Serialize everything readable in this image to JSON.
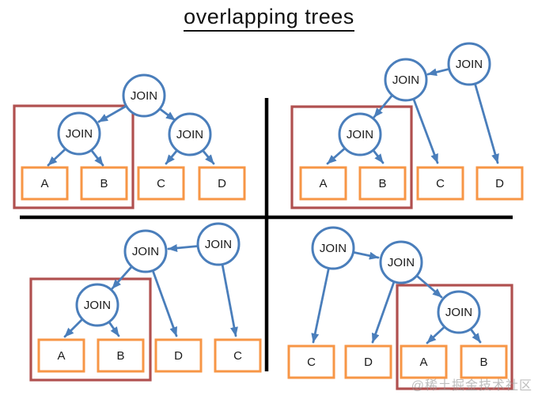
{
  "title": "overlapping trees",
  "watermark": "@稀土掘金技术社区",
  "colors": {
    "edge": "#4A7EBB",
    "node": "#4A7EBB",
    "leaf": "#F79646",
    "group": "#B0504F",
    "divider": "#000000"
  },
  "quadrants": [
    {
      "position": "top-left",
      "joins": [
        "JOIN",
        "JOIN",
        "JOIN"
      ],
      "leaves": [
        "A",
        "B",
        "C",
        "D"
      ],
      "overlap_group": [
        "JOIN",
        "A",
        "B"
      ]
    },
    {
      "position": "top-right",
      "joins": [
        "JOIN",
        "JOIN",
        "JOIN"
      ],
      "leaves": [
        "A",
        "B",
        "C",
        "D"
      ],
      "overlap_group": [
        "JOIN",
        "A",
        "B"
      ]
    },
    {
      "position": "bottom-left",
      "joins": [
        "JOIN",
        "JOIN",
        "JOIN"
      ],
      "leaves": [
        "A",
        "B",
        "D",
        "C"
      ],
      "overlap_group": [
        "JOIN",
        "A",
        "B"
      ]
    },
    {
      "position": "bottom-right",
      "joins": [
        "JOIN",
        "JOIN",
        "JOIN"
      ],
      "leaves": [
        "C",
        "D",
        "A",
        "B"
      ],
      "overlap_group": [
        "JOIN",
        "A",
        "B"
      ]
    }
  ]
}
